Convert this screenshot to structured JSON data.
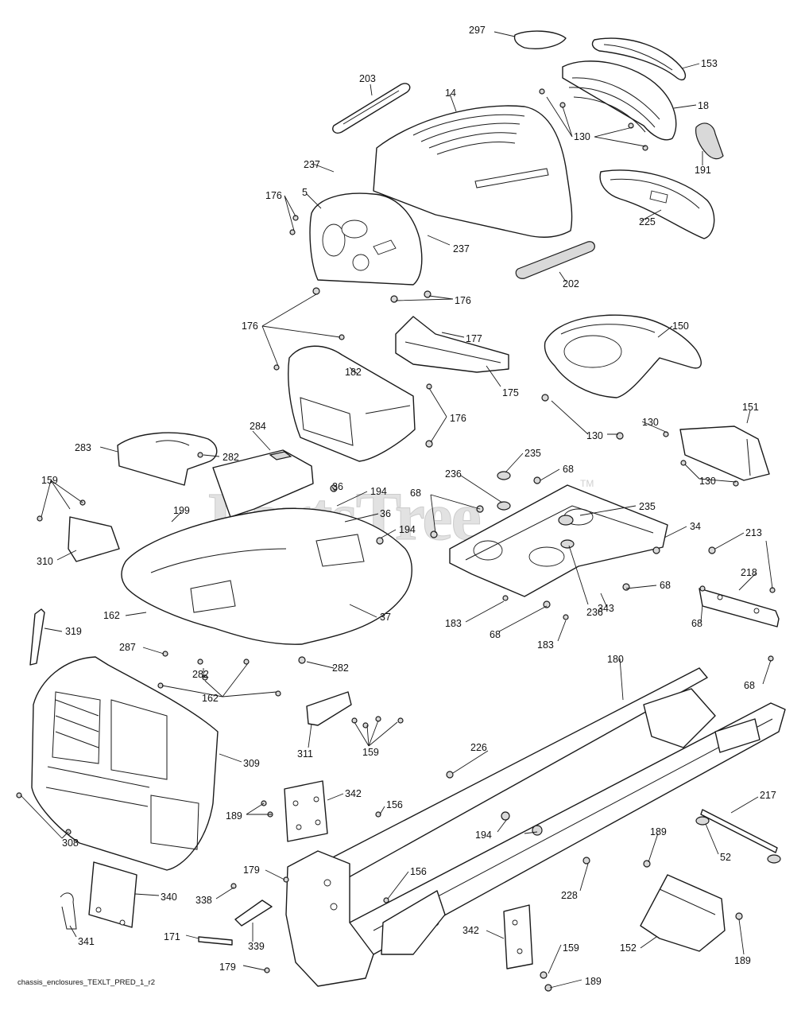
{
  "watermark": {
    "text": "PartsTree",
    "trademark": "TM"
  },
  "footer": {
    "file_code": "chassis_enclosures_TEXLT_PRED_1_r2"
  },
  "callouts": [
    {
      "id": "297",
      "label": "297"
    },
    {
      "id": "153",
      "label": "153"
    },
    {
      "id": "203",
      "label": "203"
    },
    {
      "id": "14",
      "label": "14"
    },
    {
      "id": "18",
      "label": "18"
    },
    {
      "id": "130a",
      "label": "130"
    },
    {
      "id": "191",
      "label": "191"
    },
    {
      "id": "237a",
      "label": "237"
    },
    {
      "id": "5",
      "label": "5"
    },
    {
      "id": "176a",
      "label": "176"
    },
    {
      "id": "237b",
      "label": "237"
    },
    {
      "id": "225",
      "label": "225"
    },
    {
      "id": "202",
      "label": "202"
    },
    {
      "id": "176b",
      "label": "176"
    },
    {
      "id": "150",
      "label": "150"
    },
    {
      "id": "176c",
      "label": "176"
    },
    {
      "id": "177",
      "label": "177"
    },
    {
      "id": "182",
      "label": "182"
    },
    {
      "id": "175",
      "label": "175"
    },
    {
      "id": "176d",
      "label": "176"
    },
    {
      "id": "130b",
      "label": "130"
    },
    {
      "id": "130c",
      "label": "130"
    },
    {
      "id": "151",
      "label": "151"
    },
    {
      "id": "283",
      "label": "283"
    },
    {
      "id": "284",
      "label": "284"
    },
    {
      "id": "282a",
      "label": "282"
    },
    {
      "id": "235a",
      "label": "235"
    },
    {
      "id": "130d",
      "label": "130"
    },
    {
      "id": "159a",
      "label": "159"
    },
    {
      "id": "236a",
      "label": "236"
    },
    {
      "id": "68a",
      "label": "68"
    },
    {
      "id": "36a",
      "label": "36"
    },
    {
      "id": "194a",
      "label": "194"
    },
    {
      "id": "68b",
      "label": "68"
    },
    {
      "id": "235b",
      "label": "235"
    },
    {
      "id": "199",
      "label": "199"
    },
    {
      "id": "36b",
      "label": "36"
    },
    {
      "id": "194b",
      "label": "194"
    },
    {
      "id": "34",
      "label": "34"
    },
    {
      "id": "213",
      "label": "213"
    },
    {
      "id": "310",
      "label": "310"
    },
    {
      "id": "218",
      "label": "218"
    },
    {
      "id": "68c",
      "label": "68"
    },
    {
      "id": "236b",
      "label": "236"
    },
    {
      "id": "162a",
      "label": "162"
    },
    {
      "id": "183a",
      "label": "183"
    },
    {
      "id": "343",
      "label": "343"
    },
    {
      "id": "319",
      "label": "319"
    },
    {
      "id": "68d",
      "label": "68"
    },
    {
      "id": "68e",
      "label": "68"
    },
    {
      "id": "287",
      "label": "287"
    },
    {
      "id": "37",
      "label": "37"
    },
    {
      "id": "183b",
      "label": "183"
    },
    {
      "id": "282b",
      "label": "282"
    },
    {
      "id": "282c",
      "label": "282"
    },
    {
      "id": "162b",
      "label": "162"
    },
    {
      "id": "180",
      "label": "180"
    },
    {
      "id": "68f",
      "label": "68"
    },
    {
      "id": "311",
      "label": "311"
    },
    {
      "id": "159b",
      "label": "159"
    },
    {
      "id": "226",
      "label": "226"
    },
    {
      "id": "309",
      "label": "309"
    },
    {
      "id": "342a",
      "label": "342"
    },
    {
      "id": "217",
      "label": "217"
    },
    {
      "id": "189a",
      "label": "189"
    },
    {
      "id": "156a",
      "label": "156"
    },
    {
      "id": "194c",
      "label": "194"
    },
    {
      "id": "308",
      "label": "308"
    },
    {
      "id": "189b",
      "label": "189"
    },
    {
      "id": "52",
      "label": "52"
    },
    {
      "id": "179a",
      "label": "179"
    },
    {
      "id": "156b",
      "label": "156"
    },
    {
      "id": "340",
      "label": "340"
    },
    {
      "id": "338",
      "label": "338"
    },
    {
      "id": "228",
      "label": "228"
    },
    {
      "id": "171",
      "label": "171"
    },
    {
      "id": "341",
      "label": "341"
    },
    {
      "id": "339",
      "label": "339"
    },
    {
      "id": "342b",
      "label": "342"
    },
    {
      "id": "152",
      "label": "152"
    },
    {
      "id": "189c",
      "label": "189"
    },
    {
      "id": "159c",
      "label": "159"
    },
    {
      "id": "179b",
      "label": "179"
    },
    {
      "id": "189d",
      "label": "189"
    }
  ]
}
